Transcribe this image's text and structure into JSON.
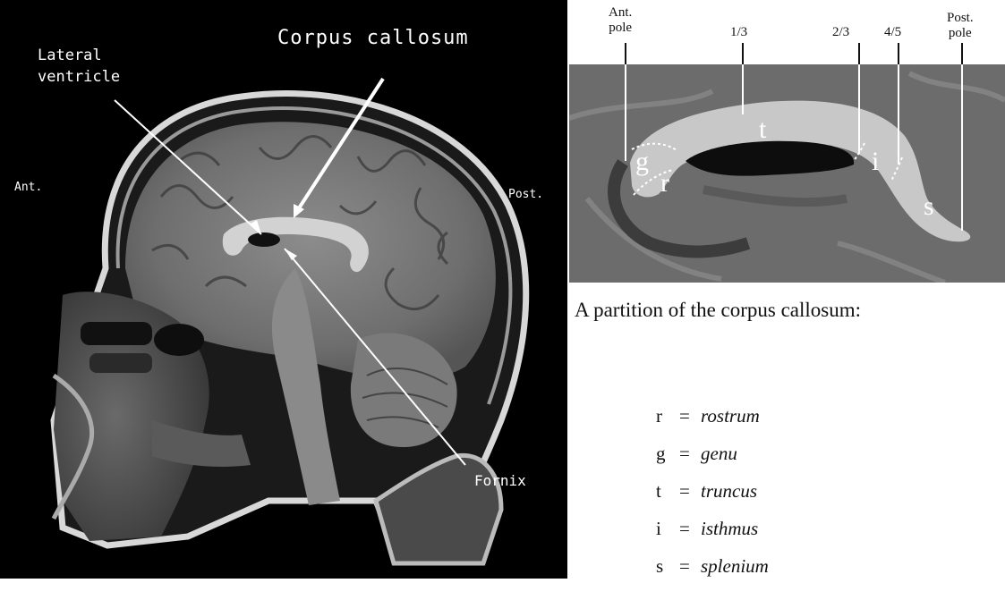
{
  "mri": {
    "title": "Corpus callosum",
    "lateral_ventricle_line1": "Lateral",
    "lateral_ventricle_line2": "ventricle",
    "ant": "Ant.",
    "post": "Post.",
    "fornix": "Fornix"
  },
  "partition": {
    "ticks": {
      "ant_line1": "Ant.",
      "ant_line2": "pole",
      "one_third": "1/3",
      "two_thirds": "2/3",
      "four_fifths": "4/5",
      "post_line1": "Post.",
      "post_line2": "pole"
    },
    "region_letters": {
      "g": "g",
      "r": "r",
      "t": "t",
      "i": "i",
      "s": "s"
    },
    "caption": "A partition of the corpus callosum:",
    "legend": [
      {
        "symbol": "r",
        "eq": "=",
        "name": "rostrum"
      },
      {
        "symbol": "g",
        "eq": "=",
        "name": "genu"
      },
      {
        "symbol": "t",
        "eq": "=",
        "name": "truncus"
      },
      {
        "symbol": "i",
        "eq": "=",
        "name": "isthmus"
      },
      {
        "symbol": "s",
        "eq": "=",
        "name": "splenium"
      }
    ]
  },
  "colors": {
    "mri_background": "#000000",
    "arrow": "#ffffff",
    "page": "#ffffff"
  }
}
